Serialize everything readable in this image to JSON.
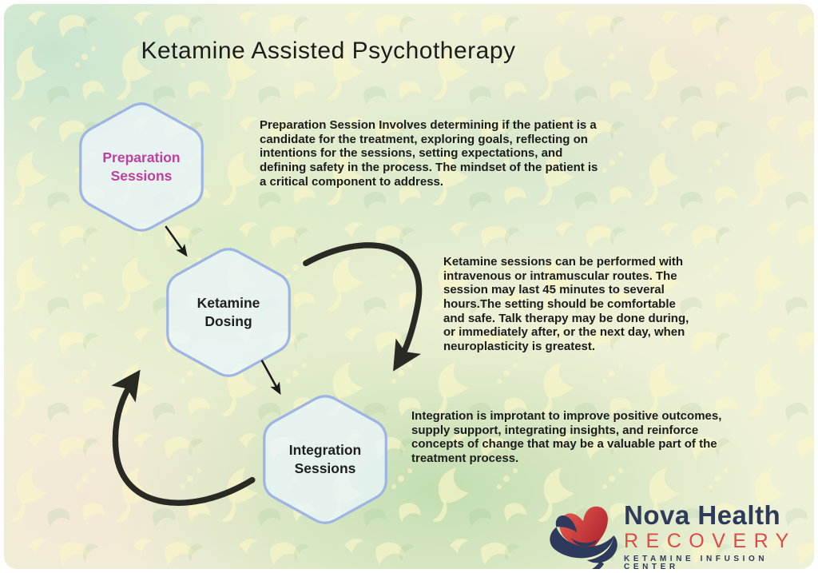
{
  "title": "Ketamine Assisted Psychotherapy",
  "diagram": {
    "nodes": [
      {
        "label": "Preparation\nSessions",
        "label_color": "#bd3f9f",
        "description": "Preparation Session Involves determining if the patient is a candidate for the treatment, exploring goals, reflecting on intentions for the sessions, setting expectations, and defining safety in the process. The mindset of the patient is a critical component to address."
      },
      {
        "label": "Ketamine\nDosing",
        "label_color": "#1f1f1f",
        "description": "Ketamine sessions can be performed with intravenous or intramuscular routes. The session may last 45 minutes to several hours.The setting should be comfortable and safe. Talk therapy may be done during, or immediately after, or the next day, when neuroplasticity is greatest."
      },
      {
        "label": "Integration\nSessions",
        "label_color": "#1f1f1f",
        "description": "Integration is improtant to improve positive outcomes, supply support, integrating insights, and reinforce concepts of change that may be a valuable part of the treatment process."
      }
    ],
    "node_style": {
      "fill": "#e9f5fa",
      "border": "#9db5e4"
    },
    "arrow_color": "#2a2a24"
  },
  "logo": {
    "name": "Nova Health",
    "subname": "RECOVERY",
    "tagline": "KETAMINE INFUSION CENTER",
    "navy": "#2d3a5a",
    "red": "#de4b45",
    "heart_red": "#c22430",
    "icon": "heart-in-hand-icon"
  }
}
